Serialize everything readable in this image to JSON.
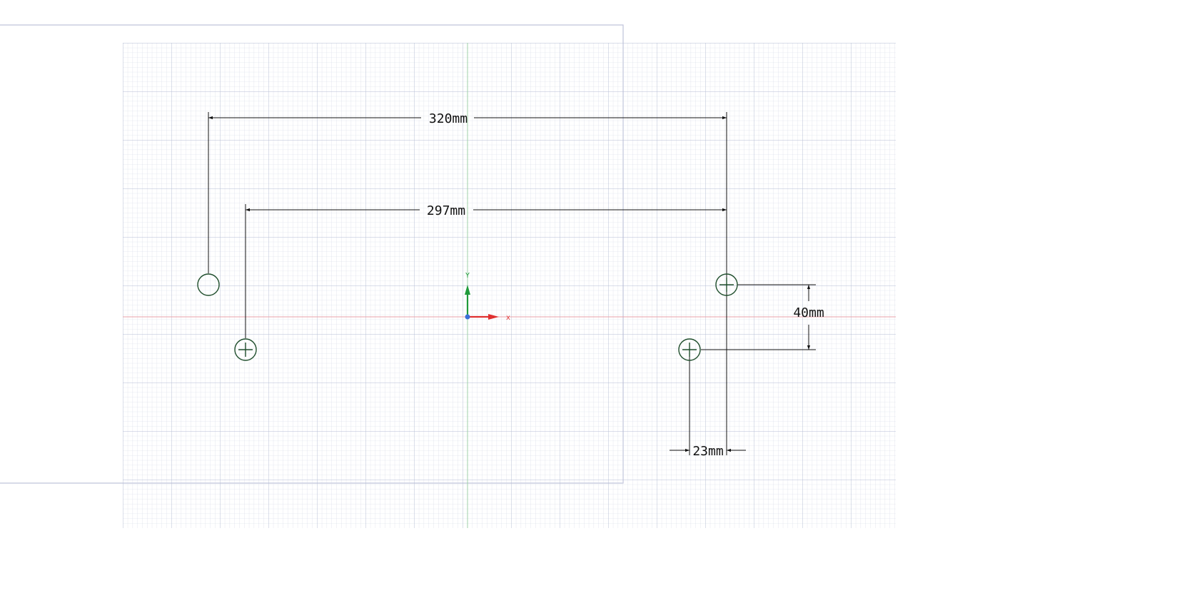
{
  "sketch": {
    "dimensions": {
      "d320": "320mm",
      "d297": "297mm",
      "d40": "40mm",
      "d23": "23mm"
    },
    "axes": {
      "x_label": "x",
      "y_label": "Y"
    }
  },
  "colors": {
    "grid_minor": "#cdd2e3",
    "grid_major": "#b3b9d2",
    "sketch": "#1e4d2b",
    "dimension": "#111111",
    "x_axis": "#e03030",
    "y_axis": "#1f9a3a",
    "origin": "#3a6fd8",
    "sheet_border": "#b8bdd6"
  }
}
